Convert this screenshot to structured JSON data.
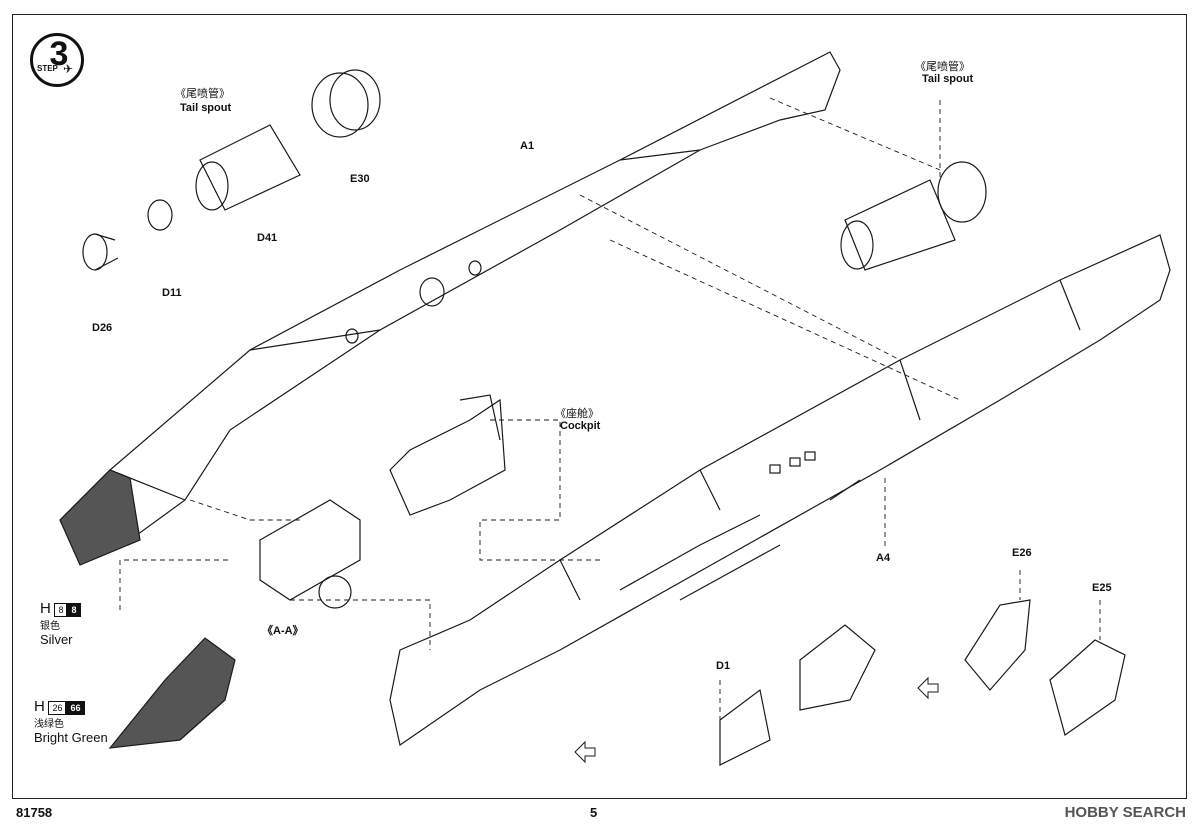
{
  "step": {
    "number": "3",
    "word": "STEP"
  },
  "labels": {
    "tail_spout_left_cn": "《尾喷管》",
    "tail_spout_left_en": "Tail spout",
    "tail_spout_right_cn": "《尾喷管》",
    "tail_spout_right_en": "Tail spout",
    "cockpit_cn": "《座舱》",
    "cockpit_en": "Cockpit",
    "aa": "《A-A》",
    "e30": "E30",
    "d41": "D41",
    "d11": "D11",
    "d26": "D26",
    "a1": "A1",
    "a4": "A4",
    "e26": "E26",
    "e25": "E25",
    "d1": "D1"
  },
  "paint": [
    {
      "prefix": "H",
      "code1": "8",
      "code2": "8",
      "cn": "银色",
      "en": "Silver"
    },
    {
      "prefix": "H",
      "code1": "26",
      "code2": "66",
      "cn": "浅绿色",
      "en": "Bright Green"
    }
  ],
  "footer": {
    "code": "81758",
    "page": "5"
  },
  "watermark": "HOBBY SEARCH",
  "colors": {
    "line": "#1a1a1a",
    "shade": "#555555",
    "paper": "#ffffff"
  }
}
